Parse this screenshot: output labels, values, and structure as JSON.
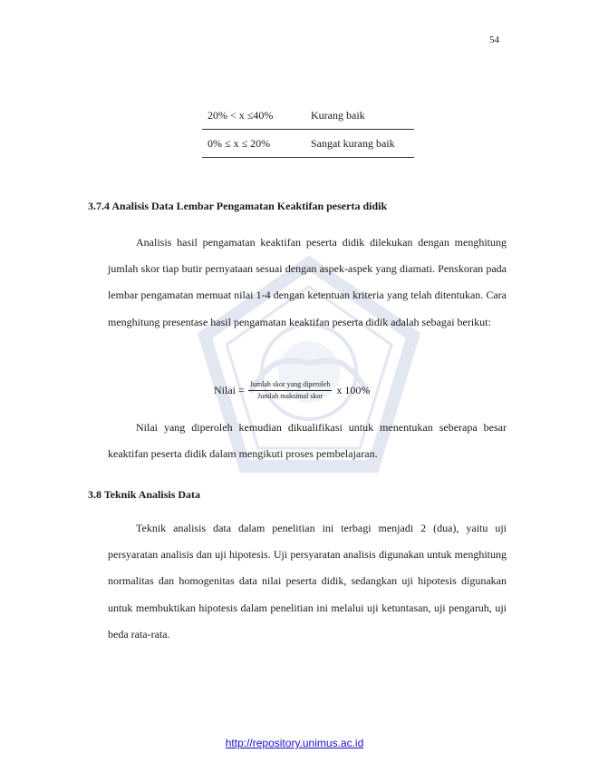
{
  "page_number": "54",
  "table": {
    "rows": [
      {
        "range": "20% < x ≤40%",
        "label": "Kurang baik"
      },
      {
        "range": "0% ≤ x ≤ 20%",
        "label": "Sangat kurang baik"
      }
    ]
  },
  "section_374": {
    "heading": "3.7.4 Analisis Data Lembar Pengamatan Keaktifan peserta didik",
    "paragraph1": "Analisis hasil pengamatan keaktifan peserta didik dilekukan dengan menghitung jumlah skor tiap butir pernyataan sesuai dengan aspek-aspek yang diamati. Penskoran pada lembar pengamatan memuat nilai 1-4 dengan ketentuan kriteria yang telah ditentukan. Cara menghitung presentase hasil pengamatan keaktifan peserta didik adalah sebagai berikut:",
    "formula": {
      "lhs": "Nilai =",
      "numerator": "Jumlah skor yang diperoleh",
      "denominator": "Jumlah maksimal skor",
      "rhs": "x 100%"
    },
    "paragraph2": "Nilai yang diperoleh kemudian dikualifikasi untuk menentukan seberapa besar keaktifan peserta didik dalam mengikuti proses pembelajaran."
  },
  "section_38": {
    "heading": "3.8 Teknik Analisis Data",
    "paragraph": "Teknik analisis data dalam penelitian ini terbagi menjadi 2 (dua), yaitu uji persyaratan analisis dan uji hipotesis. Uji persyaratan analisis digunakan untuk menghitung normalitas dan homogenitas data nilai peserta didik, sedangkan uji hipotesis digunakan untuk membuktikan hipotesis dalam penelitian ini melalui uji ketuntasan, uji pengaruh, uji beda rata-rata."
  },
  "footer": {
    "url": "http://repository.unimus.ac.id"
  },
  "colors": {
    "text": "#1a1a1a",
    "link": "#1a0dcc",
    "watermark": "#2a4fa0"
  }
}
